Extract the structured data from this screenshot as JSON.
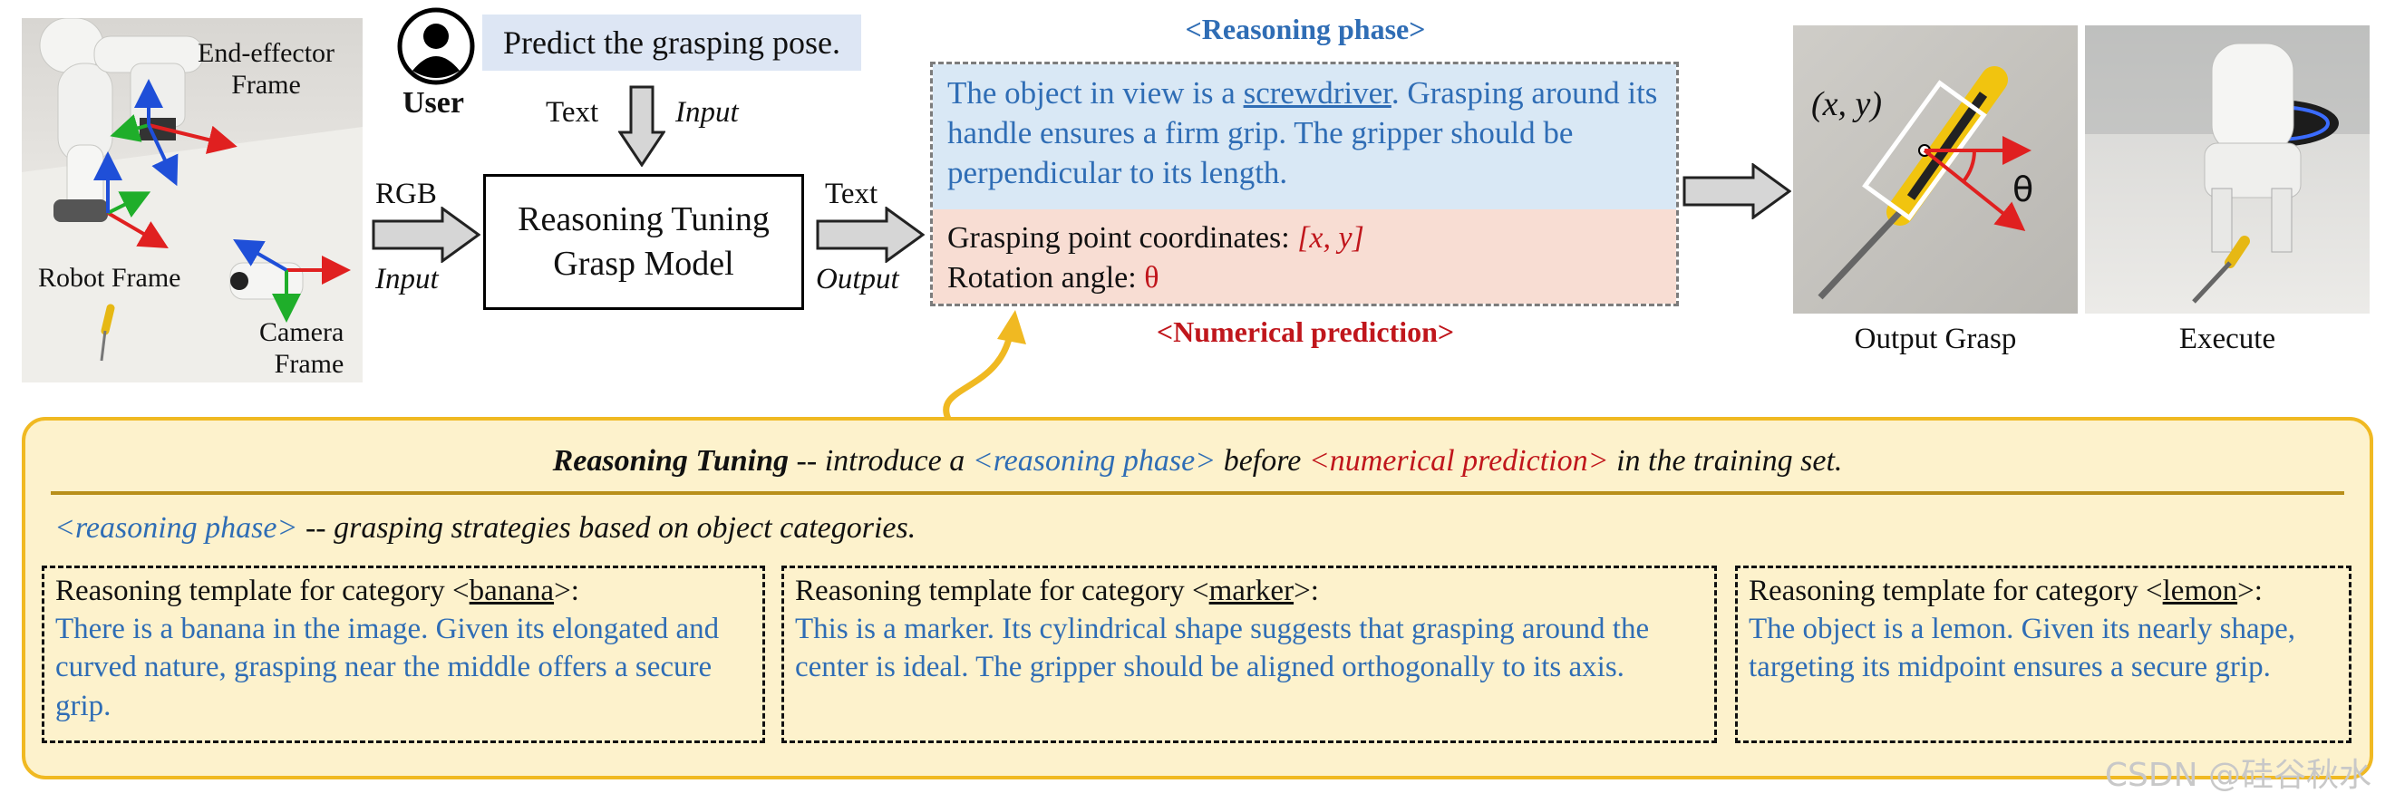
{
  "robot_photo": {
    "end_effector_label": [
      "End-effector",
      "Frame"
    ],
    "robot_frame_label": "Robot Frame",
    "camera_frame_label": [
      "Camera",
      "Frame"
    ]
  },
  "user": {
    "label": "User",
    "prompt": "Predict the grasping pose."
  },
  "flow": {
    "text_in_label": "Text",
    "text_in_tag": "Input",
    "rgb_label": "RGB",
    "rgb_tag": "Input",
    "text_out_label": "Text",
    "text_out_tag": "Output"
  },
  "model": {
    "line1": "Reasoning Tuning",
    "line2": "Grasp Model"
  },
  "output": {
    "reasoning_phase_title": "<Reasoning phase>",
    "reasoning_pre": "The object in view is a ",
    "reasoning_object": "screwdriver",
    "reasoning_post": ". Grasping around its handle ensures a firm grip. The gripper should be perpendicular to its length.",
    "grasp_point_label": "Grasping point coordinates: ",
    "grasp_point_value": "[x, y]",
    "rotation_label": "Rotation angle: ",
    "rotation_value": "θ",
    "numerical_title": "<Numerical prediction>"
  },
  "result": {
    "grasp_coord_label": "(x, y)",
    "theta_label": "θ",
    "output_grasp_caption": "Output Grasp",
    "execute_caption": "Execute"
  },
  "panel": {
    "title_bold": "Reasoning Tuning",
    "title_part1": " -- introduce a ",
    "title_reasoning": "<reasoning phase>",
    "title_part2": " before ",
    "title_numerical": "<numerical prediction>",
    "title_part3": " in the training set.",
    "sub_tag": "<reasoning phase>",
    "sub_text": " -- grasping strategies based on object categories.",
    "templates": [
      {
        "head_pre": "Reasoning template for category <",
        "category": "banana",
        "head_post": ">:",
        "body": "There is a banana in the image. Given its elongated and curved nature, grasping near the middle offers a secure grip."
      },
      {
        "head_pre": "Reasoning template for category <",
        "category": "marker",
        "head_post": ">:",
        "body": "This is a marker. Its cylindrical shape suggests that grasping around the center is ideal. The gripper should be aligned orthogonally to its axis."
      },
      {
        "head_pre": "Reasoning template for category <",
        "category": "lemon",
        "head_post": ">:",
        "body": "The object is a lemon. Given its nearly shape, targeting its midpoint ensures a secure grip."
      }
    ]
  },
  "watermark": "CSDN @硅谷秋水",
  "colors": {
    "reasoning_blue": "#2f6db5",
    "numerical_red": "#c0161c",
    "panel_fill": "#fdf2cc",
    "panel_border": "#f0b922",
    "reasoning_bg": "#d9e8f5",
    "numerical_bg": "#f8ddd3",
    "prompt_bg": "#dde6f4"
  }
}
